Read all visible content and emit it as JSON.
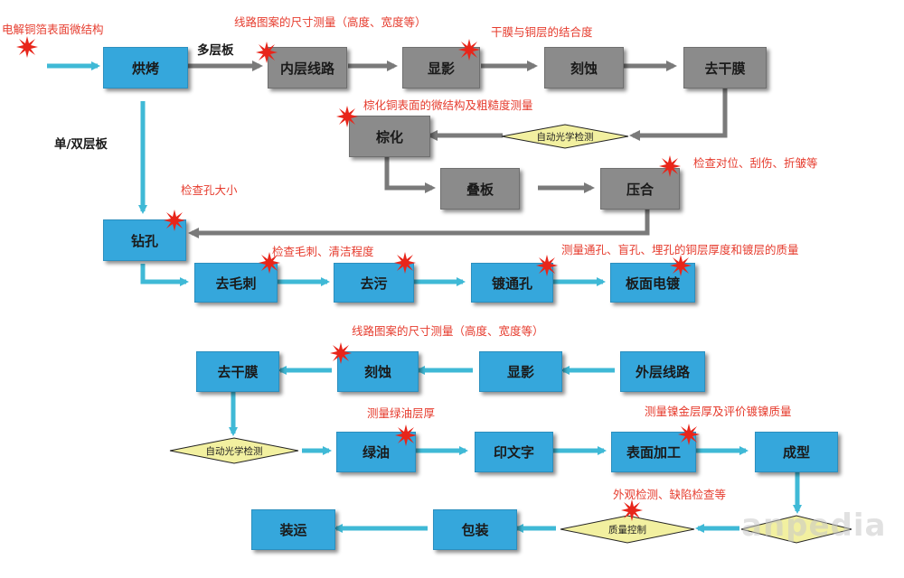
{
  "colors": {
    "blue_box": "#35a7dc",
    "gray_box": "#8b8b8b",
    "cyan_arrow": "#3fb9d6",
    "gray_arrow": "#7a7a7a",
    "note_red": "#e63c2e",
    "diamond": "#f2f0a0",
    "star": "#e8251a"
  },
  "boxes": {
    "hongkao": "烘烤",
    "neiceng": "内层线路",
    "xianying1": "显影",
    "keshi1": "刻蚀",
    "qugan1": "去干膜",
    "zonghua": "棕化",
    "dieban": "叠板",
    "yahe": "压合",
    "zuankong": "钻孔",
    "qumaoci": "去毛刺",
    "quwu": "去污",
    "dutongkong": "镀通孔",
    "banmian": "板面电镀",
    "qugan2": "去干膜",
    "keshi2": "刻蚀",
    "xianying2": "显影",
    "waiceng": "外层线路",
    "lvyou": "绿油",
    "yinwenzi": "印文字",
    "biaomian": "表面加工",
    "chengxing": "成型",
    "zhuangyun": "装运",
    "baozhuang": "包装"
  },
  "diamonds": {
    "aoi1": "自动光学检测",
    "aoi2": "自动光学检测",
    "zhiliang": "质量控制"
  },
  "branch_labels": {
    "multi": "多层板",
    "single_double": "单/双层板"
  },
  "notes": {
    "start": "电解铜箔表面微结构",
    "line_size_1": "线路图案的尺寸测量（高度、宽度等）",
    "dry_film": "干膜与铜层的结合度",
    "brown": "棕化铜表面的微结构及粗糙度测量",
    "align": "检查对位、刮伤、折皱等",
    "hole_size": "检查孔大小",
    "burr": "检查毛刺、清洁程度",
    "plating": "测量通孔、盲孔、埋孔的铜层厚度和镀层的质量",
    "line_size_2": "线路图案的尺寸测量（高度、宽度等）",
    "green_oil": "测量绿油层厚",
    "ni_au": "测量镍金层厚及评价镀镍质量",
    "appearance": "外观检测、缺陷检查等"
  },
  "watermark": "anpedia"
}
